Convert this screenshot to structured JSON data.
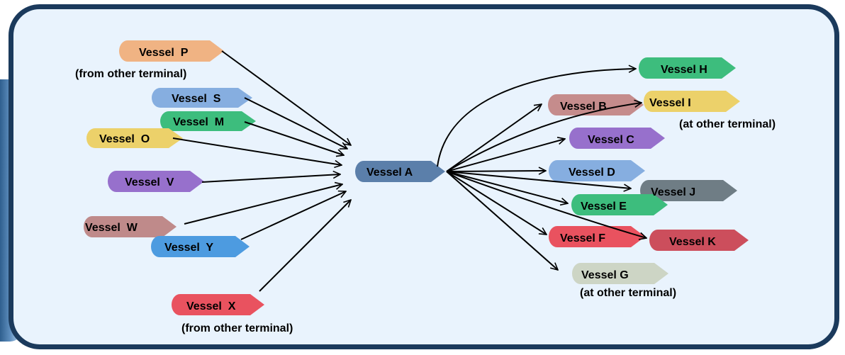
{
  "vessels": {
    "P": {
      "label": "Vessel  P",
      "color": "#f0b383"
    },
    "S": {
      "label": "Vessel  S",
      "color": "#86aee0"
    },
    "M": {
      "label": "Vessel  M",
      "color": "#3dbd7d"
    },
    "O": {
      "label": "Vessel  O",
      "color": "#ecd16a"
    },
    "V": {
      "label": "Vessel  V",
      "color": "#9770cc"
    },
    "W": {
      "label": "Vessel  W",
      "color": "#bf8a8a"
    },
    "Y": {
      "label": "Vessel  Y",
      "color": "#4d9be0"
    },
    "X": {
      "label": "Vessel  X",
      "color": "#e9525f"
    },
    "A": {
      "label": "Vessel A",
      "color": "#5b7faa"
    },
    "H": {
      "label": "Vessel H",
      "color": "#3dbd7d"
    },
    "B": {
      "label": "Vessel B",
      "color": "#c58c8c"
    },
    "I": {
      "label": "Vessel I",
      "color": "#ecd16a"
    },
    "C": {
      "label": "Vessel C",
      "color": "#9770cc"
    },
    "D": {
      "label": "Vessel D",
      "color": "#86aee0"
    },
    "J": {
      "label": "Vessel J",
      "color": "#6f7d85"
    },
    "E": {
      "label": "Vessel E",
      "color": "#3dbd7d"
    },
    "F": {
      "label": "Vessel F",
      "color": "#e9525f"
    },
    "K": {
      "label": "Vessel K",
      "color": "#cc4e5c"
    },
    "G": {
      "label": "Vessel G",
      "color": "#cdd5c5"
    }
  },
  "notes": {
    "P": "(from other terminal)",
    "X": "(from other terminal)",
    "I": "(at other terminal)",
    "G": "(at other terminal)"
  }
}
